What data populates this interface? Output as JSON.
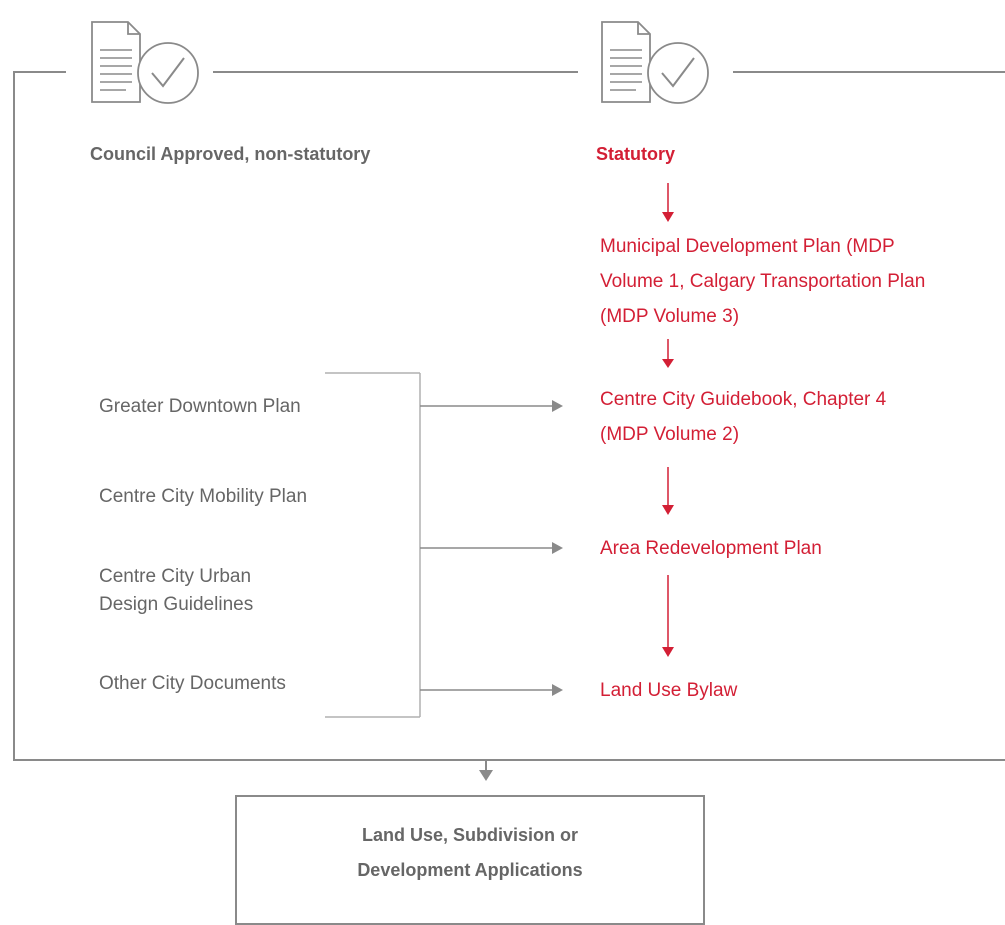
{
  "headings": {
    "non_statutory": "Council Approved, non-statutory",
    "statutory": "Statutory"
  },
  "statutory_plans": {
    "mdp": [
      "Municipal Development Plan (MDP",
      "Volume 1, Calgary Transportation Plan",
      "(MDP Volume 3)"
    ],
    "centre_city": [
      "Centre City Guidebook, Chapter 4",
      "(MDP Volume 2)"
    ],
    "arp": "Area Redevelopment Plan",
    "bylaw": "Land Use Bylaw"
  },
  "non_statutory_docs": {
    "greater_downtown": "Greater Downtown Plan",
    "mobility": "Centre City Mobility Plan",
    "urban_design": [
      "Centre City Urban",
      "Design Guidelines"
    ],
    "other": "Other City Documents"
  },
  "applications": [
    "Land Use, Subdivision or",
    "Development Applications"
  ],
  "icons": [
    "document-check-icon",
    "document-check-icon"
  ],
  "colors": {
    "statutory_red": "#d31f35",
    "grey_text": "#666666",
    "line_grey": "#8a8a8a"
  }
}
